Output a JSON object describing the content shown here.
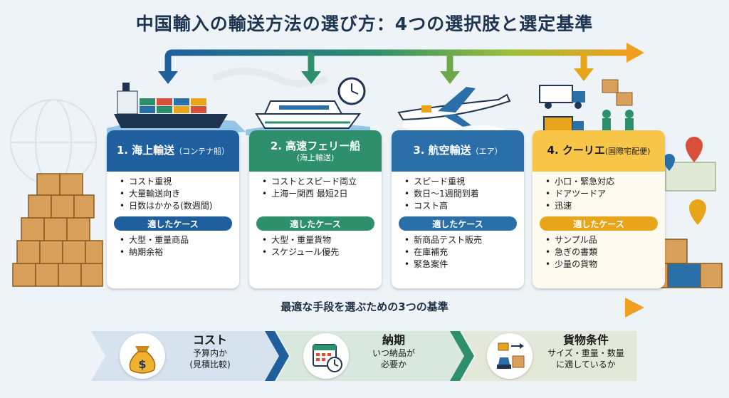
{
  "title": "中国輸入の輸送方法の選び方：4つの選択肢と選定基準",
  "colors": {
    "sea": "#1f5f9e",
    "ferry": "#2e8f6d",
    "air": "#2b6fa8",
    "courier": "#e9a51a",
    "navy": "#1f3450"
  },
  "methods": [
    {
      "title": "1. 海上輸送",
      "title_note": "（コンテナ船）",
      "subtitle": "",
      "points": [
        "コスト重視",
        "大量輸送向き",
        "日数はかかる(数週間)"
      ],
      "case_label": "適したケース",
      "cases": [
        "大型・重量商品",
        "納期余裕"
      ],
      "icon": "container-ship-icon"
    },
    {
      "title": "2. 高速フェリー船",
      "title_note": "",
      "subtitle": "(海上輸送)",
      "points": [
        "コストとスピード両立",
        "上海ー関西 最短2日"
      ],
      "case_label": "適したケース",
      "cases": [
        "大型・重量貨物",
        "スケジュール優先"
      ],
      "icon": "ferry-icon"
    },
    {
      "title": "3. 航空輸送",
      "title_note": "（エア）",
      "subtitle": "",
      "points": [
        "スピード重視",
        "数日〜1週間到着",
        "コスト高"
      ],
      "case_label": "適したケース",
      "cases": [
        "新商品テスト販売",
        "在庫補充",
        "緊急案件"
      ],
      "icon": "airplane-icon"
    },
    {
      "title": "4. クーリエ",
      "title_note": "(国際宅配便)",
      "subtitle": "",
      "points": [
        "小口・緊急対応",
        "ドアツードア",
        "迅速"
      ],
      "case_label": "適したケース",
      "cases": [
        "サンプル品",
        "急ぎの書類",
        "少量の貨物"
      ],
      "icon": "delivery-truck-icon"
    }
  ],
  "banner": "最適な手段を選ぶための3つの基準",
  "criteria": [
    {
      "title": "コスト",
      "lines": [
        "予算内か",
        "(見積比較)"
      ],
      "icon": "money-bag-icon"
    },
    {
      "title": "納期",
      "lines": [
        "いつ納品が",
        "必要か"
      ],
      "icon": "calendar-clock-icon"
    },
    {
      "title": "貨物条件",
      "lines": [
        "サイズ・重量・数量",
        "に適しているか"
      ],
      "icon": "scale-box-icon"
    }
  ]
}
